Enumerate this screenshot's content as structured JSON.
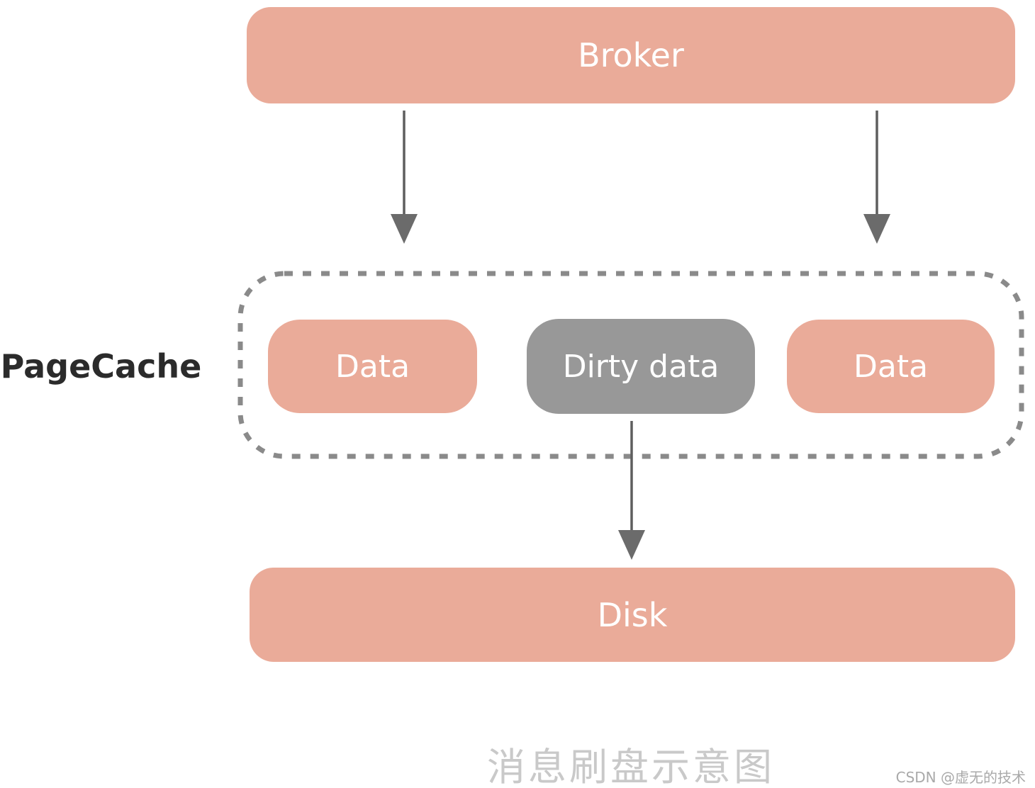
{
  "diagram": {
    "broker": {
      "label": "Broker"
    },
    "pagecache": {
      "label": "PageCache",
      "items": [
        {
          "label": "Data",
          "variant": "clean"
        },
        {
          "label": "Dirty data",
          "variant": "dirty"
        },
        {
          "label": "Data",
          "variant": "clean"
        }
      ]
    },
    "disk": {
      "label": "Disk"
    },
    "caption": "消息刷盘示意图",
    "watermark": "CSDN @虚无的技术",
    "icons": {
      "arrows": [
        "arrow-down-icon",
        "arrow-down-icon",
        "arrow-down-icon"
      ]
    },
    "colors": {
      "box_salmon": "#eaab99",
      "box_gray": "#989898",
      "dashed_border": "#8a8a8a",
      "arrow": "#5e5e5e",
      "pagecache_label_text": "#2b2b2b",
      "box_text": "#ffffff",
      "caption_text": "#c9c9c9",
      "watermark_text": "#a9a9a9",
      "background": "#ffffff"
    }
  }
}
